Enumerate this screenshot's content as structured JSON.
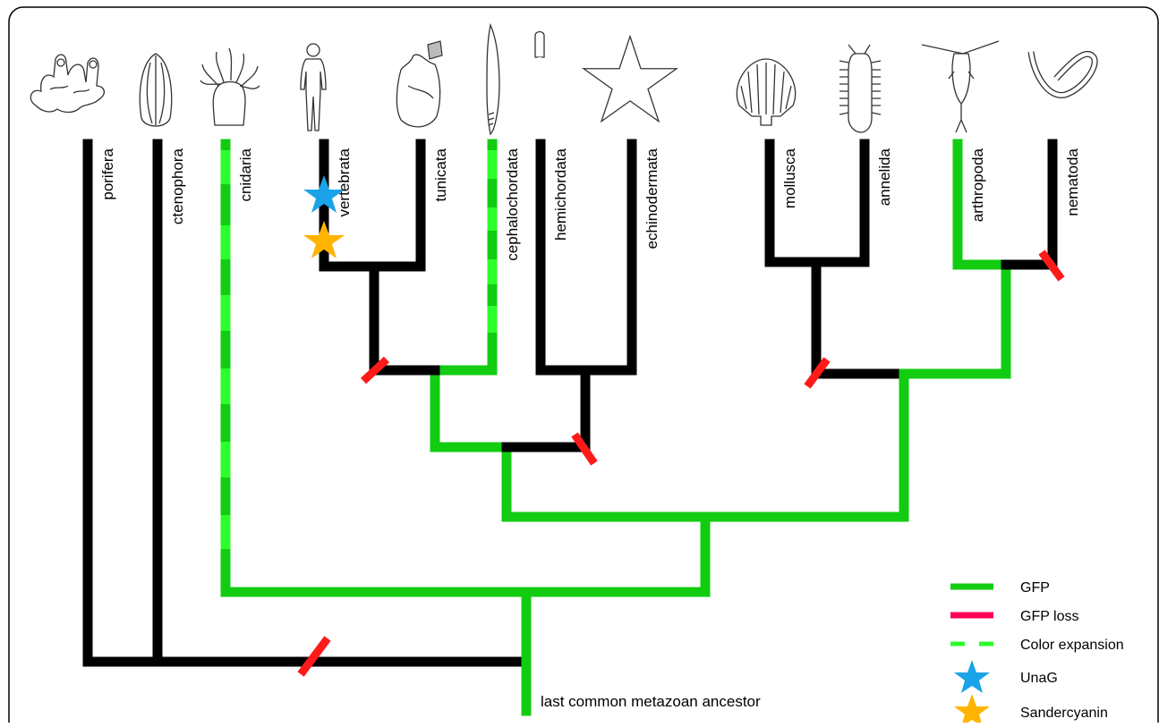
{
  "taxa": [
    {
      "name": "porifera",
      "silhouette": "sponge-icon"
    },
    {
      "name": "ctenophora",
      "silhouette": "comb-jelly-icon"
    },
    {
      "name": "cnidaria",
      "silhouette": "sea-anemone-icon"
    },
    {
      "name": "vertebrata",
      "silhouette": "human-icon"
    },
    {
      "name": "tunicata",
      "silhouette": "sea-squirt-icon"
    },
    {
      "name": "cephalochordata",
      "silhouette": "lancelet-icon"
    },
    {
      "name": "hemichordata",
      "silhouette": "acorn-worm-icon"
    },
    {
      "name": "echinodermata",
      "silhouette": "starfish-icon"
    },
    {
      "name": "mollusca",
      "silhouette": "scallop-icon"
    },
    {
      "name": "annelida",
      "silhouette": "bristle-worm-icon"
    },
    {
      "name": "arthropoda",
      "silhouette": "copepod-icon"
    },
    {
      "name": "nematoda",
      "silhouette": "roundworm-icon"
    }
  ],
  "root_label": "last common metazoan ancestor",
  "markers": {
    "unag_taxon": "vertebrata",
    "sandercyanin_taxon": "vertebrata"
  },
  "legend": {
    "gfp": "GFP",
    "gfp_loss": "GFP loss",
    "color_expansion": "Color expansion",
    "unag": "UnaG",
    "sandercyanin": "Sandercyanin"
  },
  "colors": {
    "gfp_branch": "#12cc12",
    "color_expansion": "#2cff2c",
    "no_gfp_branch": "#000000",
    "gfp_loss_mark": "#ff1a1a",
    "legend_gfp_loss": "#ff0055",
    "unag_star": "#1aa3e8",
    "sandercyanin_star": "#ffb400",
    "frame_border": "#000000"
  }
}
